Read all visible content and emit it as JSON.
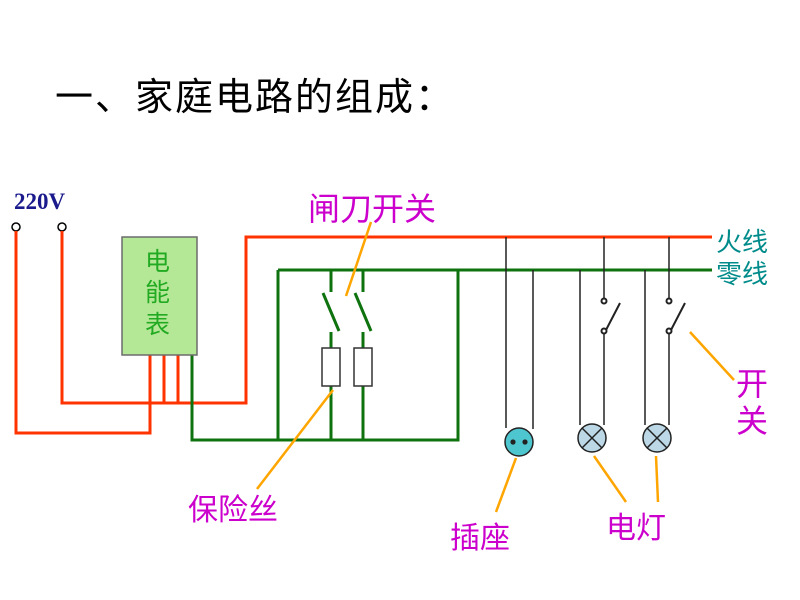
{
  "slide": {
    "title": "一、家庭电路的组成："
  },
  "labels": {
    "voltage": "220V",
    "knife_switch": "闸刀开关",
    "live_wire": "火线",
    "neutral_wire": "零线",
    "energy_meter": "电能表",
    "fuse": "保险丝",
    "socket": "插座",
    "lamp": "电灯",
    "wall_switch": "开关"
  },
  "colors": {
    "live_wire": "#ff3300",
    "neutral_wire": "#0e730e",
    "label_magenta": "#cc00cc",
    "wire_label_teal": "#008b8b",
    "voltage_navy": "#1a1a8c",
    "meter_fill": "#b5e896",
    "meter_border": "#6b6b6b",
    "meter_text": "#22aa22",
    "pointer_orange": "#ffa500",
    "socket_fill": "#4ec6cf",
    "lamp_fill": "#bcd8e6"
  }
}
